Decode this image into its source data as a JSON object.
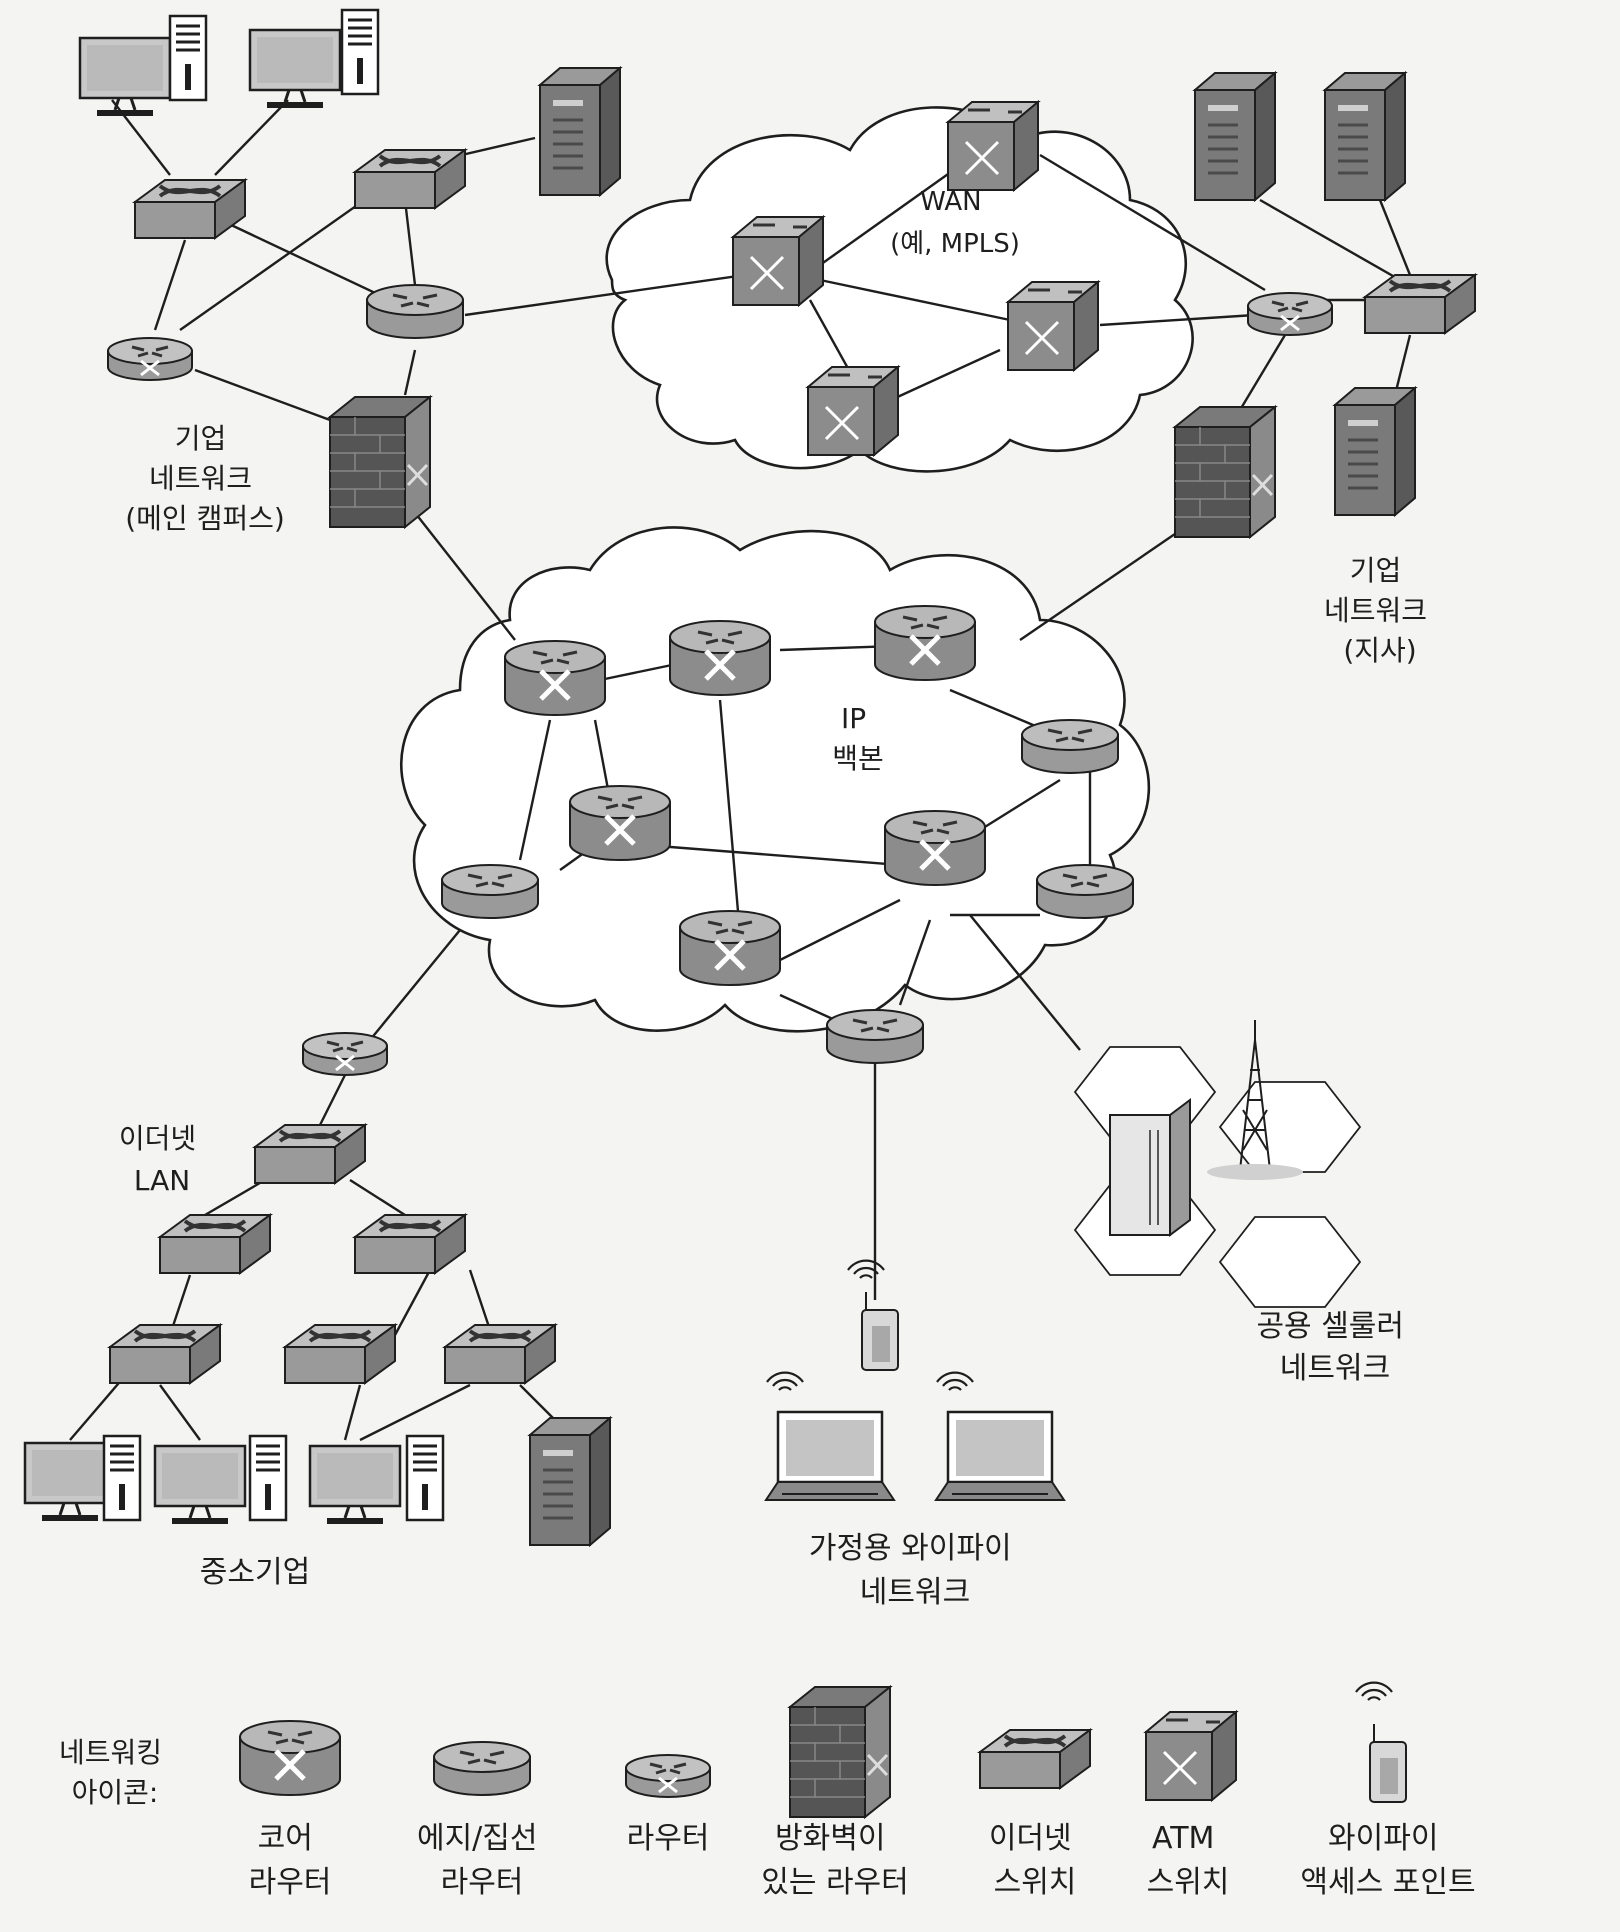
{
  "labels": {
    "wan": [
      "WAN",
      "(예, MPLS)"
    ],
    "main_campus": [
      "기업",
      "네트워크",
      "(메인 캠퍼스)"
    ],
    "branch": [
      "기업",
      "네트워크",
      "(지사)"
    ],
    "backbone": [
      "IP",
      "백본"
    ],
    "ethernet_lan": [
      "이더넷",
      "LAN"
    ],
    "smb": [
      "중소기업"
    ],
    "home_wifi": [
      "가정용 와이파이",
      "네트워크"
    ],
    "cellular": [
      "공용 셀룰러",
      "네트워크"
    ]
  },
  "legend": {
    "title": [
      "네트워킹",
      "아이콘:"
    ],
    "items": [
      {
        "icon": "core-router-icon",
        "label": [
          "코어",
          "라우터"
        ]
      },
      {
        "icon": "edge-router-icon",
        "label": [
          "에지/집선",
          "라우터"
        ]
      },
      {
        "icon": "router-icon",
        "label": [
          "라우터"
        ]
      },
      {
        "icon": "firewall-router-icon",
        "label": [
          "방화벽이",
          "있는 라우터"
        ]
      },
      {
        "icon": "ethernet-switch-icon",
        "label": [
          "이더넷",
          "스위치"
        ]
      },
      {
        "icon": "atm-switch-icon",
        "label": [
          "ATM",
          "스위치"
        ]
      },
      {
        "icon": "wifi-ap-icon",
        "label": [
          "와이파이",
          "액세스 포인트"
        ]
      }
    ]
  },
  "colors": {
    "device_top": "#b3b3b3",
    "device_side": "#8a8a8a",
    "device_dark": "#6e6e6e",
    "line": "#1e1e1e",
    "background": "#f4f4f2"
  }
}
